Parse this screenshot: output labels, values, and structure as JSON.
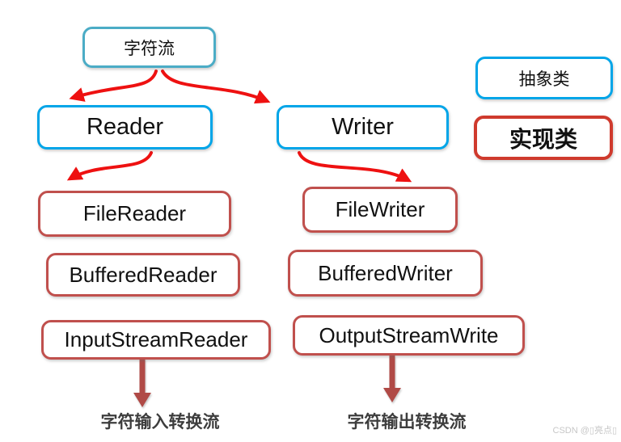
{
  "diagram": {
    "root": {
      "label": "字符流"
    },
    "abstract_nodes": {
      "reader": {
        "label": "Reader"
      },
      "writer": {
        "label": "Writer"
      }
    },
    "reader_impls": [
      "FileReader",
      "BufferedReader",
      "InputStreamReader"
    ],
    "writer_impls": [
      "FileWriter",
      "BufferedWriter",
      "OutputStreamWrite"
    ],
    "legend": {
      "abstract": {
        "label": "抽象类"
      },
      "implementation": {
        "label": "实现类"
      }
    },
    "captions": {
      "left": "字符输入转换流",
      "right": "字符输出转换流"
    },
    "watermark": "CSDN @▯亮点▯"
  },
  "colors": {
    "topblue": "#4BACC6",
    "cyan": "#00A5E8",
    "brick": "#C0504D",
    "red": "#CF3A2D",
    "arrow": "#EE1111",
    "thick": "#B04A46"
  }
}
